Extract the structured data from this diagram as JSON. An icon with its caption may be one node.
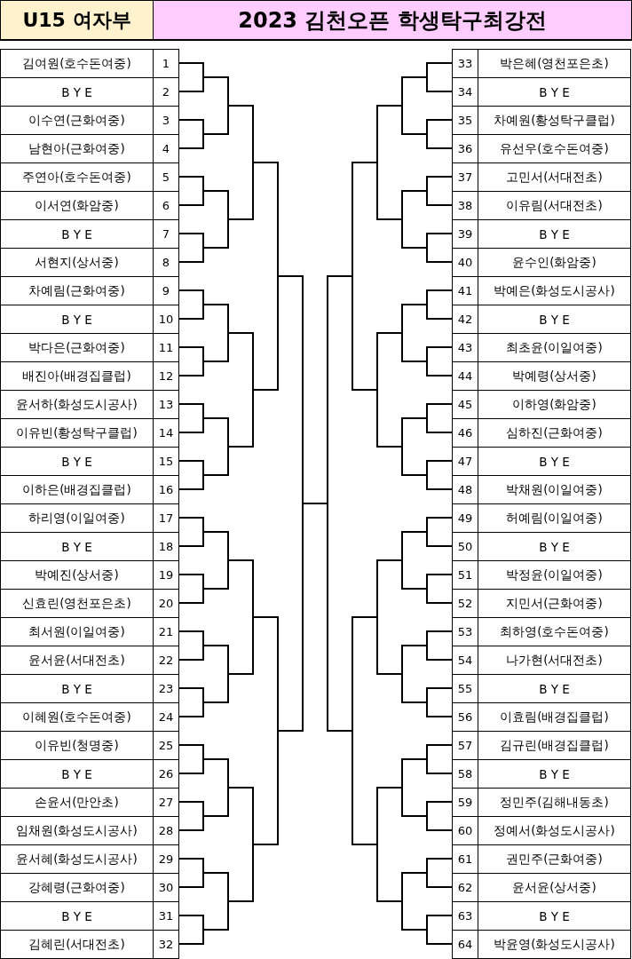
{
  "diagram": {
    "title": "2023 김천오픈 학생탁구최강전",
    "labels": [
      "U15 여자부"
    ],
    "nodes": [
      {
        "text": [
          "김여원(호수돈여중)",
          "1"
        ]
      },
      {
        "text": [
          "B Y E",
          "2"
        ]
      },
      {
        "text": [
          "이수연(근화여중)",
          "3"
        ]
      },
      {
        "text": [
          "남현아(근화여중)",
          "4"
        ]
      },
      {
        "text": [
          "주연아(호수돈여중)",
          "5"
        ]
      },
      {
        "text": [
          "이서연(화암중)",
          "6"
        ]
      },
      {
        "text": [
          "B Y E",
          "7"
        ]
      },
      {
        "text": [
          "서현지(상서중)",
          "8"
        ]
      },
      {
        "text": [
          "차예림(근화여중)",
          "9"
        ]
      },
      {
        "text": [
          "B Y E",
          "10"
        ]
      },
      {
        "text": [
          "박다은(근화여중)",
          "11"
        ]
      },
      {
        "text": [
          "배진아(배경집클럽)",
          "12"
        ]
      },
      {
        "text": [
          "윤서하(화성도시공사)",
          "13"
        ]
      },
      {
        "text": [
          "이유빈(황성탁구클럽)",
          "14"
        ]
      },
      {
        "text": [
          "B Y E",
          "15"
        ]
      },
      {
        "text": [
          "이하은(배경집클럽)",
          "16"
        ]
      },
      {
        "text": [
          "하리영(이일여중)",
          "17"
        ]
      },
      {
        "text": [
          "B Y E",
          "18"
        ]
      },
      {
        "text": [
          "박예진(상서중)",
          "19"
        ]
      },
      {
        "text": [
          "신효린(영천포은초)",
          "20"
        ]
      },
      {
        "text": [
          "최서원(이일여중)",
          "21"
        ]
      },
      {
        "text": [
          "윤서윤(서대전초)",
          "22"
        ]
      },
      {
        "text": [
          "B Y E",
          "23"
        ]
      },
      {
        "text": [
          "이혜원(호수돈여중)",
          "24"
        ]
      },
      {
        "text": [
          "이유빈(청명중)",
          "25"
        ]
      },
      {
        "text": [
          "B Y E",
          "26"
        ]
      },
      {
        "text": [
          "손윤서(만안초)",
          "27"
        ]
      },
      {
        "text": [
          "임채원(화성도시공사)",
          "28"
        ]
      },
      {
        "text": [
          "윤서혜(화성도시공사)",
          "29"
        ]
      },
      {
        "text": [
          "강혜령(근화여중)",
          "30"
        ]
      },
      {
        "text": [
          "B Y E",
          "31"
        ]
      },
      {
        "text": [
          "김혜린(서대전초)",
          "32"
        ]
      },
      {
        "text": [
          "33",
          "박은혜(영천포은초)"
        ]
      },
      {
        "text": [
          "34",
          "B Y E"
        ]
      },
      {
        "text": [
          "35",
          "차예원(황성탁구클럽)"
        ]
      },
      {
        "text": [
          "36",
          "유선우(호수돈여중)"
        ]
      },
      {
        "text": [
          "37",
          "고민서(서대전초)"
        ]
      },
      {
        "text": [
          "38",
          "이유림(서대전초)"
        ]
      },
      {
        "text": [
          "39",
          "B Y E"
        ]
      },
      {
        "text": [
          "40",
          "윤수인(화암중)"
        ]
      },
      {
        "text": [
          "41",
          "박예은(화성도시공사)"
        ]
      },
      {
        "text": [
          "42",
          "B Y E"
        ]
      },
      {
        "text": [
          "43",
          "최초윤(이일여중)"
        ]
      },
      {
        "text": [
          "44",
          "박예령(상서중)"
        ]
      },
      {
        "text": [
          "45",
          "이하영(화암중)"
        ]
      },
      {
        "text": [
          "46",
          "심하진(근화여중)"
        ]
      },
      {
        "text": [
          "47",
          "B Y E"
        ]
      },
      {
        "text": [
          "48",
          "박채원(이일여중)"
        ]
      },
      {
        "text": [
          "49",
          "허예림(이일여중)"
        ]
      },
      {
        "text": [
          "50",
          "B Y E"
        ]
      },
      {
        "text": [
          "51",
          "박정윤(이일여중)"
        ]
      },
      {
        "text": [
          "52",
          "지민서(근화여중)"
        ]
      },
      {
        "text": [
          "53",
          "최하영(호수돈여중)"
        ]
      },
      {
        "text": [
          "54",
          "나가현(서대전초)"
        ]
      },
      {
        "text": [
          "55",
          "B Y E"
        ]
      },
      {
        "text": [
          "56",
          "이효림(배경집클럽)"
        ]
      },
      {
        "text": [
          "57",
          "김규린(배경집클럽)"
        ]
      },
      {
        "text": [
          "58",
          "B Y E"
        ]
      },
      {
        "text": [
          "59",
          "정민주(김해내동초)"
        ]
      },
      {
        "text": [
          "60",
          "정예서(화성도시공사)"
        ]
      },
      {
        "text": [
          "61",
          "권민주(근화여중)"
        ]
      },
      {
        "text": [
          "62",
          "윤서윤(상서중)"
        ]
      },
      {
        "text": [
          "63",
          "B Y E"
        ]
      },
      {
        "text": [
          "64",
          "박윤영(화성도시공사)"
        ]
      }
    ]
  }
}
